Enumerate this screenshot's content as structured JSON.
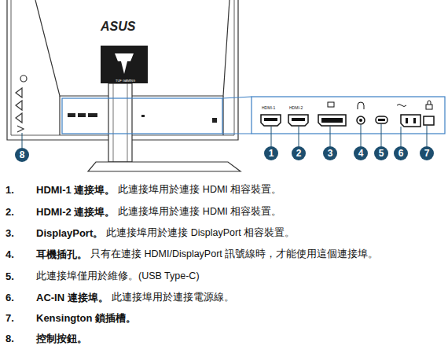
{
  "diagram": {
    "nodes": [
      {
        "text": [
          "1"
        ]
      },
      {
        "text": [
          "2"
        ]
      },
      {
        "text": [
          "3"
        ]
      },
      {
        "text": [
          "4"
        ]
      },
      {
        "text": [
          "5"
        ]
      },
      {
        "text": [
          "6"
        ]
      },
      {
        "text": [
          "7"
        ]
      },
      {
        "text": [
          "8"
        ]
      }
    ],
    "labels": [
      "ASUS",
      "TUF GAMING",
      "HDMI-1",
      "HDMI-2",
      "1.",
      "HDMI-1 連接埠。",
      "此連接埠用於連接 HDMI 相容裝置。",
      "2.",
      "HDMI-2 連接埠。",
      "此連接埠用於連接 HDMI 相容裝置。",
      "3.",
      "DisplayPort。",
      "此連接埠用於連接 DisplayPort 相容裝置。",
      "4.",
      "耳機插孔。",
      "只有在連接 HDMI/DisplayPort 訊號線時，才能使用這個連接埠。",
      "5.",
      "此連接埠僅用於維修。(USB Type-C)",
      "6.",
      "AC-IN 連接埠。",
      "此連接埠用於連接電源線。",
      "7.",
      "Kensington 鎖插槽。",
      "8.",
      "控制按鈕。"
    ]
  }
}
